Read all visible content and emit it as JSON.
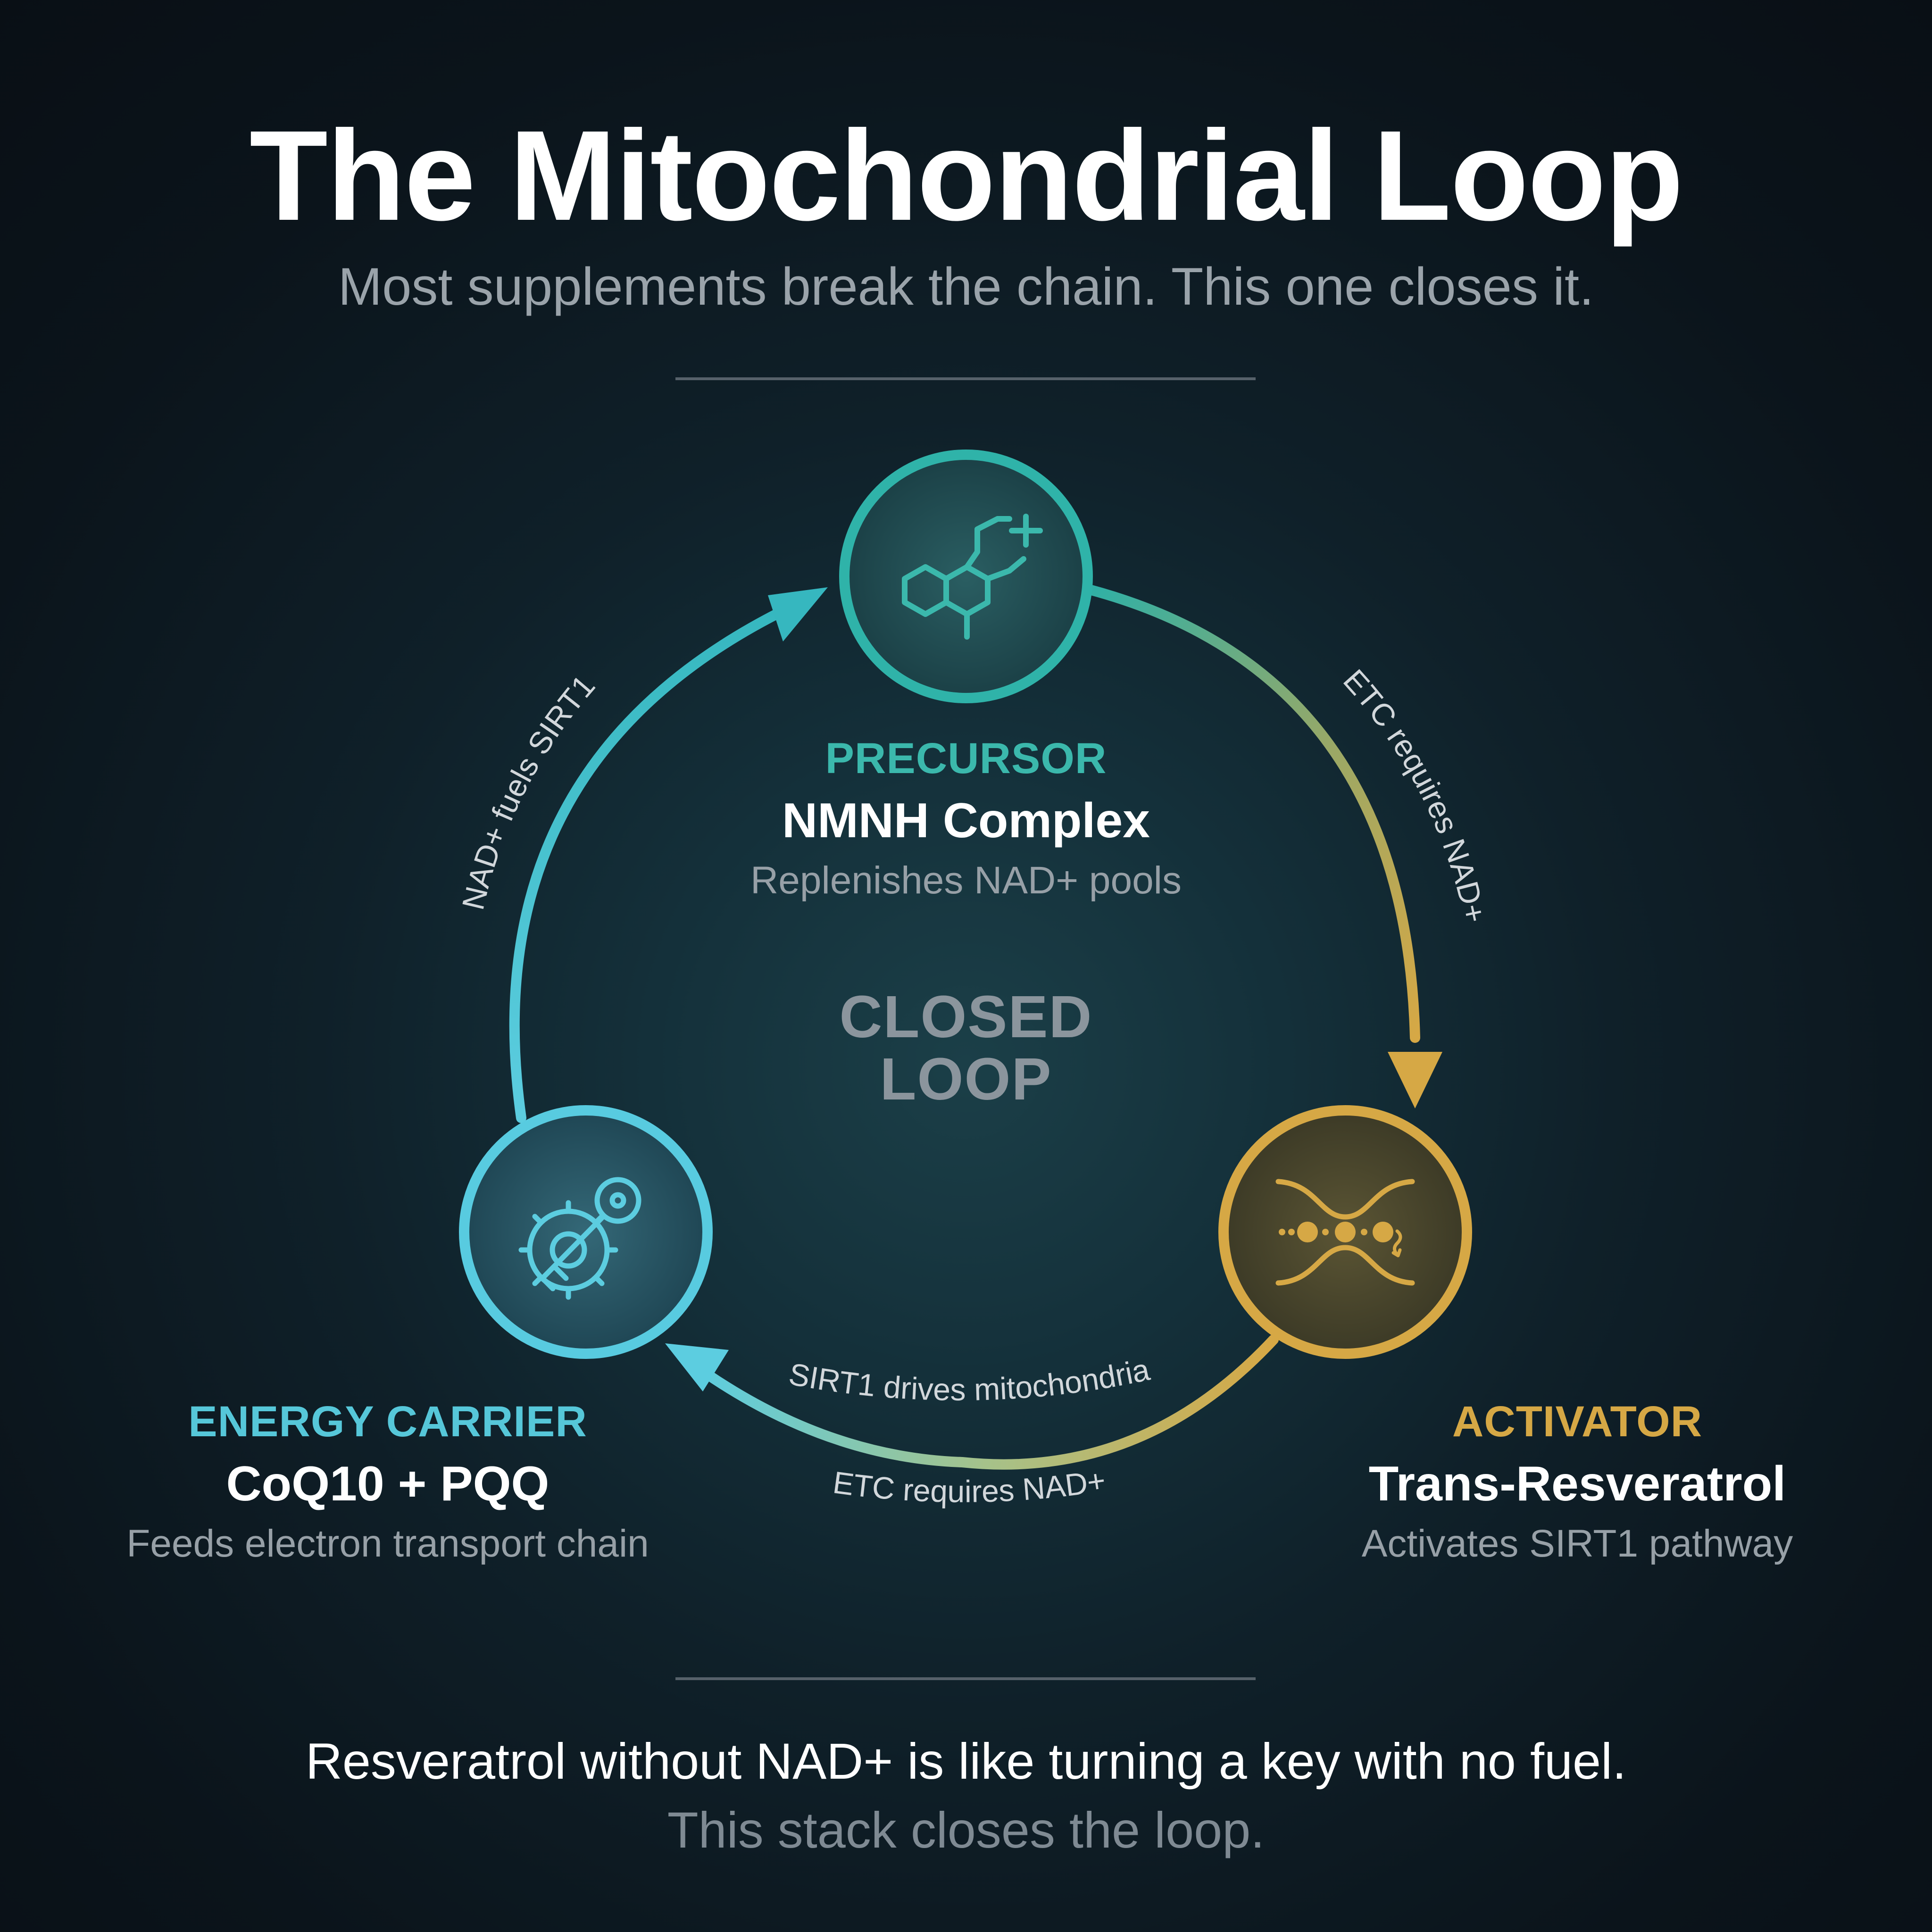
{
  "header": {
    "title": "The Mitochondrial Loop",
    "subtitle": "Most supplements break the chain. This one closes it."
  },
  "nodes": {
    "precursor": {
      "role": "PRECURSOR",
      "name": "NMNH Complex",
      "description": "Replenishes NAD+ pools",
      "icon": "molecule-icon",
      "color": "#3bb8ac"
    },
    "energy_carrier": {
      "role": "ENERGY CARRIER",
      "name": "CoQ10 + PQQ",
      "description": "Feeds electron transport chain",
      "icon": "gear-key-icon",
      "color": "#56c7d9"
    },
    "activator": {
      "role": "ACTIVATOR",
      "name": "Trans-Resveratrol",
      "description": "Activates SIRT1 pathway",
      "icon": "pathway-icon",
      "color": "#d6a845"
    }
  },
  "center": {
    "line1": "CLOSED",
    "line2": "LOOP"
  },
  "edges": {
    "carrier_to_precursor": "NAD+ fuels SIRT1",
    "precursor_to_activator": "ETC requires NAD+",
    "activator_to_carrier_inner": "SIRT1 drives mitochondria",
    "activator_to_carrier_outer": "ETC requires NAD+"
  },
  "footer": {
    "line1": "Resveratrol without NAD+ is like turning a key with no fuel.",
    "line2": "This stack closes the loop."
  }
}
